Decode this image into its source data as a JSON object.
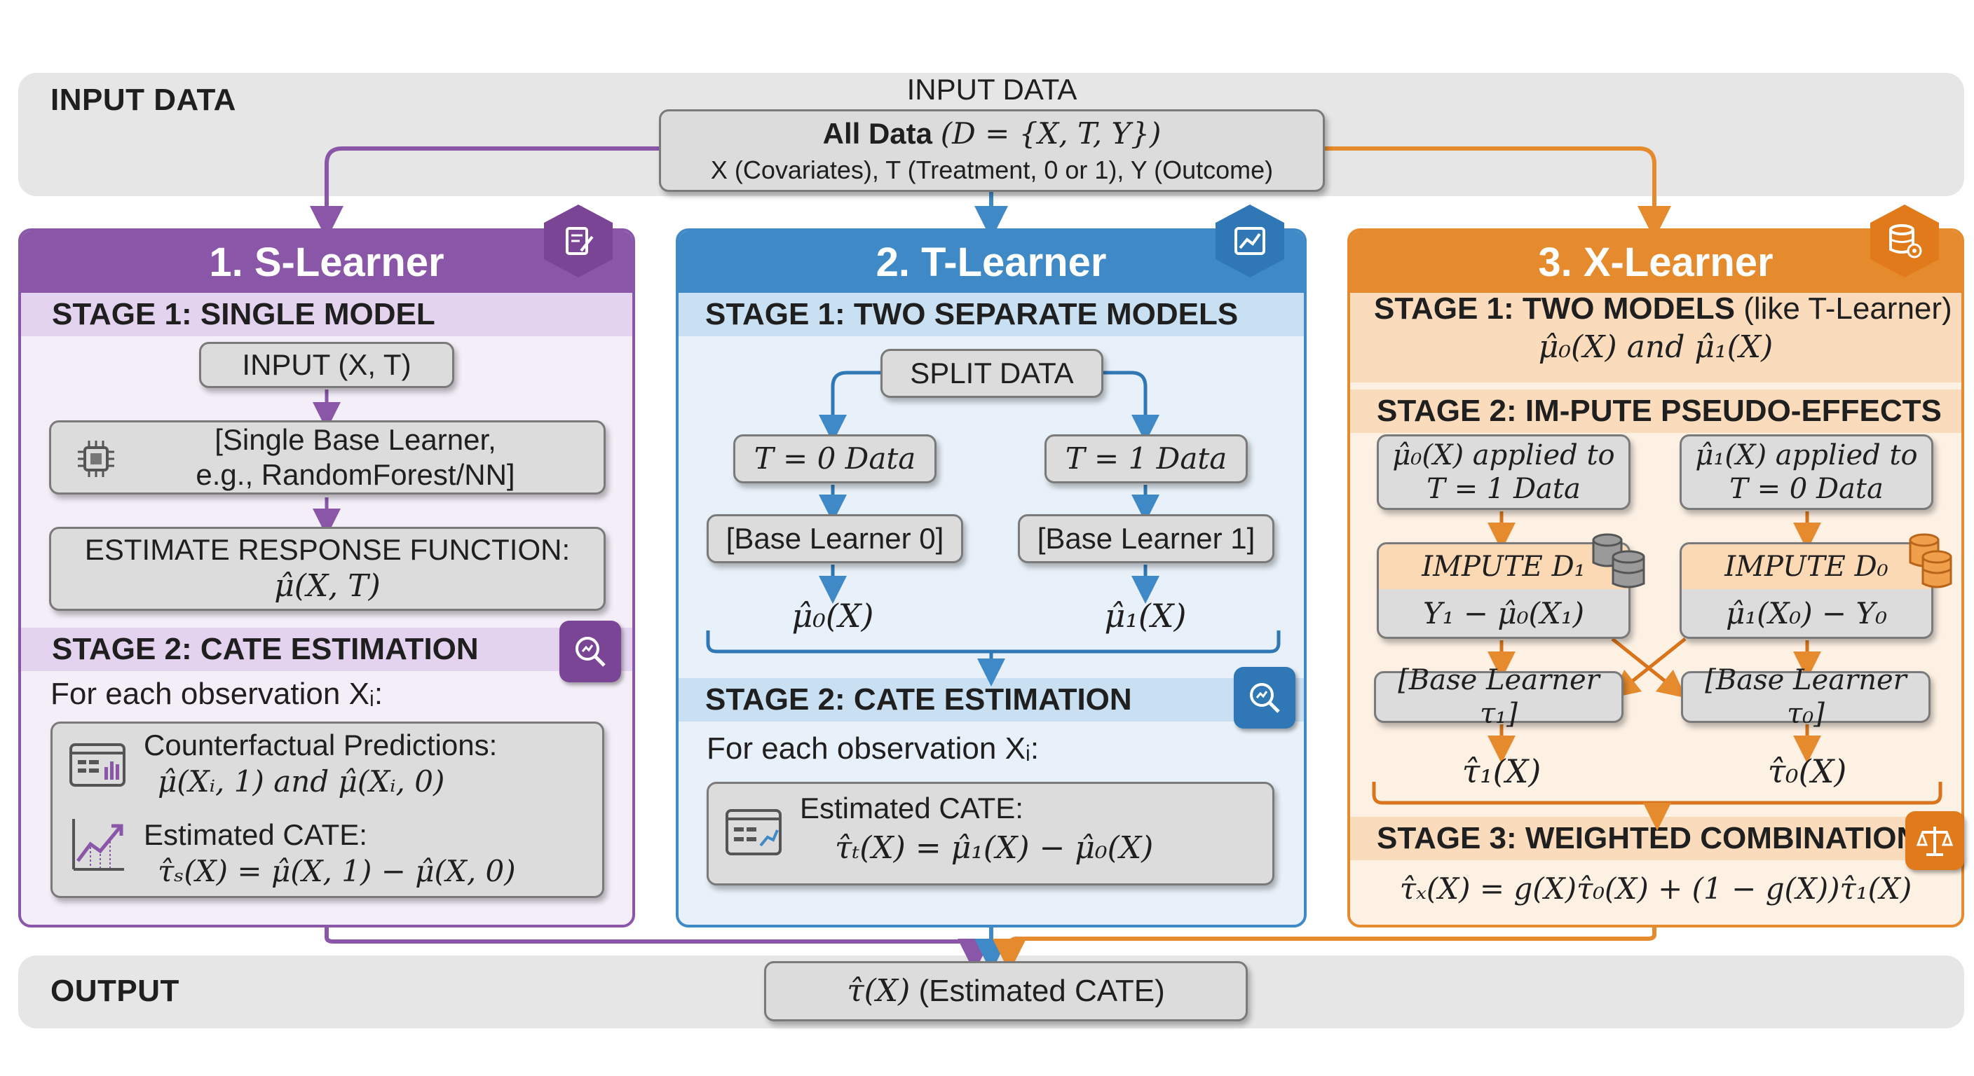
{
  "input_band": {
    "label": "INPUT DATA"
  },
  "output_band": {
    "label": "OUTPUT"
  },
  "input_box": {
    "heading": "INPUT DATA",
    "line1_bold": "All Data",
    "line1_math": "(D = {X, T, Y})",
    "line2": "X (Covariates),  T (Treatment, 0 or 1),  Y (Outcome)"
  },
  "colors": {
    "s_learner": "#8a56a8",
    "t_learner": "#3f8ac6",
    "x_learner": "#e68a2e"
  },
  "s_learner": {
    "title": "1. S-Learner",
    "icon": "notepad-icon",
    "stage1": "STAGE 1: SINGLE MODEL",
    "input_box": "INPUT (X, T)",
    "base_learner": "[Single Base Learner,\ne.g., RandomForest/NN]",
    "estimate_title": "ESTIMATE RESPONSE FUNCTION:",
    "estimate_formula": "μ̂(X, T)",
    "stage2": "STAGE 2: CATE ESTIMATION",
    "stage2_icon": "magnifier-icon",
    "for_each": "For each observation Xᵢ:",
    "cf_title": "Counterfactual Predictions:",
    "cf_formula": "μ̂(Xᵢ, 1) and μ̂(Xᵢ, 0)",
    "cate_title": "Estimated CATE:",
    "cate_formula": "τ̂ₛ(X) = μ̂(X, 1) − μ̂(X, 0)"
  },
  "t_learner": {
    "title": "2. T-Learner",
    "icon": "line-chart-icon",
    "stage1": "STAGE 1: TWO SEPARATE MODELS",
    "split": "SPLIT DATA",
    "t0_data": "T = 0 Data",
    "t1_data": "T = 1 Data",
    "base0": "[Base Learner 0]",
    "base1": "[Base Learner 1]",
    "mu0": "μ̂₀(X)",
    "mu1": "μ̂₁(X)",
    "stage2": "STAGE 2: CATE ESTIMATION",
    "stage2_icon": "magnifier-icon",
    "for_each": "For each observation Xᵢ:",
    "cate_title": "Estimated CATE:",
    "cate_formula": "τ̂ₜ(X) = μ̂₁(X) − μ̂₀(X)"
  },
  "x_learner": {
    "title": "3. X-Learner",
    "icon": "database-gear-icon",
    "stage1_bold": "STAGE 1: TWO MODELS",
    "stage1_rest": " (like T-Learner)",
    "stage1_formula": "μ̂₀(X) and μ̂₁(X)",
    "stage2": "STAGE 2: IM-PUTE PSEUDO-EFFECTS",
    "applied0_a": "μ̂₀(X) applied to",
    "applied0_b": "T = 1 Data",
    "applied1_a": "μ̂₁(X) applied to",
    "applied1_b": "T = 0 Data",
    "impute_d1": "IMPUTE D₁",
    "impute_d1_formula": "Y₁ − μ̂₀(X₁)",
    "impute_d0": "IMPUTE D₀",
    "impute_d0_formula": "μ̂₁(X₀) − Y₀",
    "base_tau1": "[Base Learner τ₁]",
    "base_tau0": "[Base Learner τ₀]",
    "tau1": "τ̂₁(X)",
    "tau0": "τ̂₀(X)",
    "stage3": "STAGE 3: WEIGHTED COMBINATION",
    "stage3_icon": "scales-icon",
    "final_formula": "τ̂ₓ(X) = g(X)τ̂₀(X) + (1 − g(X))τ̂₁(X)"
  },
  "output_box": {
    "math": "τ̂(X)",
    "text": " (Estimated CATE)"
  }
}
